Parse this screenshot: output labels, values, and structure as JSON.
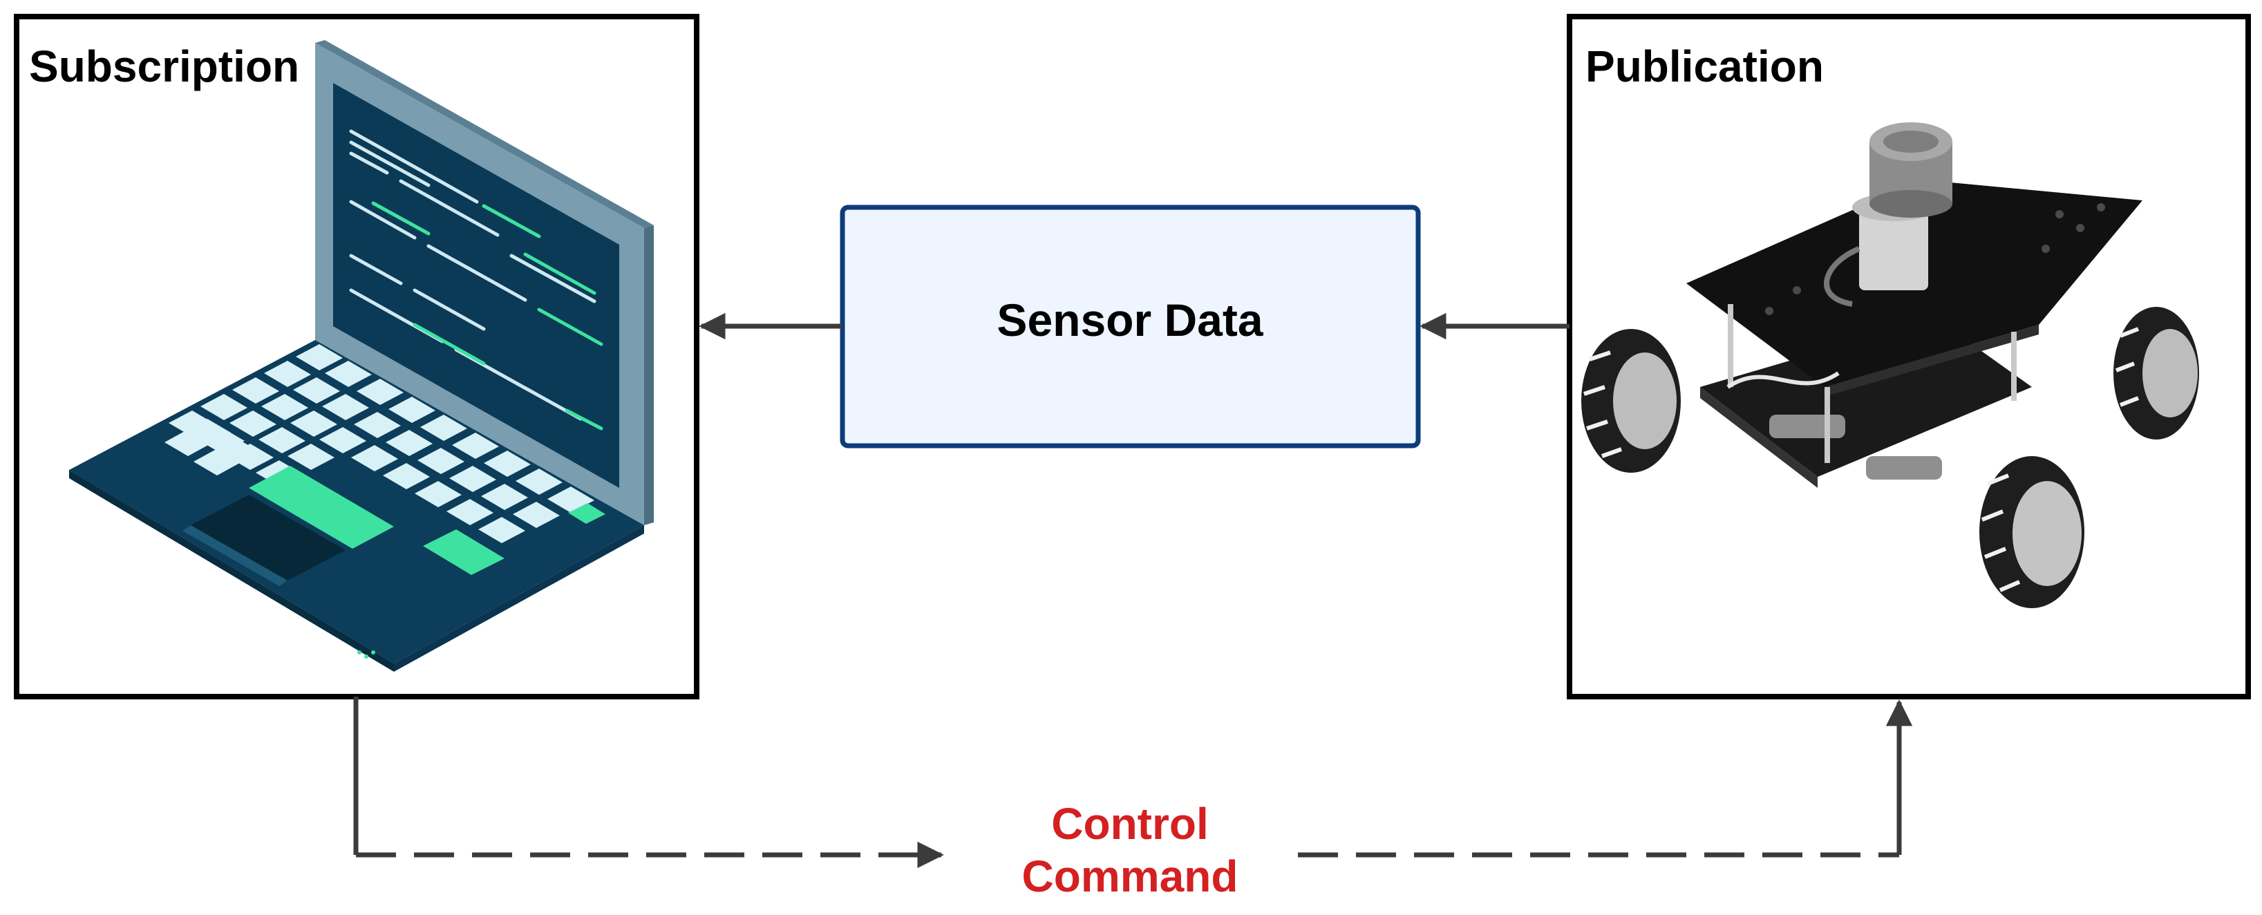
{
  "subscription": {
    "title": "Subscription"
  },
  "publication": {
    "title": "Publication"
  },
  "sensor": {
    "label": "Sensor Data"
  },
  "control": {
    "line1": "Control",
    "line2": "Command"
  },
  "colors": {
    "sensor_fill": "#eef5fe",
    "sensor_border": "#0d3c7a",
    "control_text": "#d42020",
    "arrow": "#3b3b3b",
    "laptop_body": "#0c3d5a",
    "laptop_screen": "#0a3a55",
    "laptop_bezel": "#7a9db0",
    "laptop_key": "#d8f1f7",
    "laptop_green": "#3ee2a0"
  },
  "icons": [
    "laptop-icon",
    "robot-icon"
  ]
}
